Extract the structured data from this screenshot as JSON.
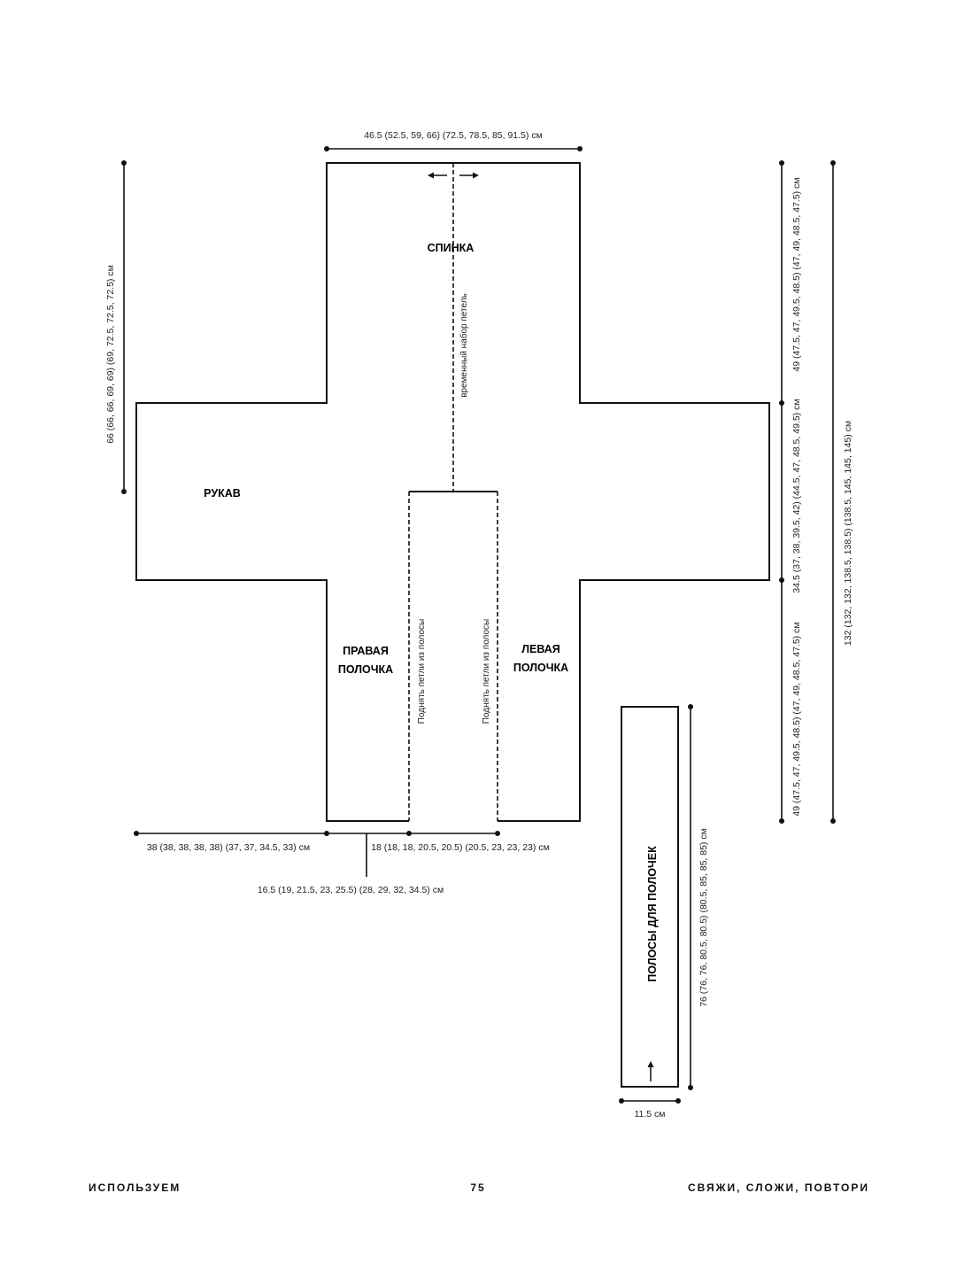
{
  "pieces": {
    "back": "СПИНКА",
    "sleeve": "РУКАВ",
    "right_front": [
      "ПРАВАЯ",
      "ПОЛОЧКА"
    ],
    "left_front": [
      "ЛЕВАЯ",
      "ПОЛОЧКА"
    ],
    "bands": "ПОЛОСЫ ДЛЯ ПОЛОЧЕК"
  },
  "notes": {
    "provisional_cast_on": "временный набор петель",
    "pick_up_right": "Поднять петли из полосы",
    "pick_up_left": "Поднять петли из полосы"
  },
  "dimensions": {
    "back_width": "46.5 (52.5, 59, 66) (72.5, 78.5, 85, 91.5) см",
    "sleeve_length": "66 (66, 66, 69, 69) (69, 72.5, 72.5, 72.5) см",
    "back_upper_height": "49 (47.5, 47, 49.5, 48.5) (47, 49, 48.5, 47.5) см",
    "sleeve_width": "34.5 (37, 38, 39.5, 42) (44.5, 47, 48.5, 49.5) см",
    "front_height": "49 (47.5, 47, 49.5, 48.5) (47, 49, 48.5, 47.5) см",
    "total_height": "132 (132, 132, 138.5, 138.5) (138.5, 145, 145, 145) см",
    "sleeve_cuff": "38 (38, 38, 38, 38) (37, 37, 34.5, 33) см",
    "center_gap": "18 (18, 18, 20.5, 20.5) (20.5, 23, 23, 23) см",
    "front_width": "16.5 (19, 21.5, 23, 25.5) (28, 29, 32, 34.5) см",
    "band_length": "76 (76, 76, 80.5, 80.5) (80.5, 85, 85, 85) см",
    "band_width": "11.5 см"
  },
  "footer": {
    "left": "ИСПОЛЬЗУЕМ",
    "page_number": "75",
    "right": "СВЯЖИ, СЛОЖИ, ПОВТОРИ"
  }
}
